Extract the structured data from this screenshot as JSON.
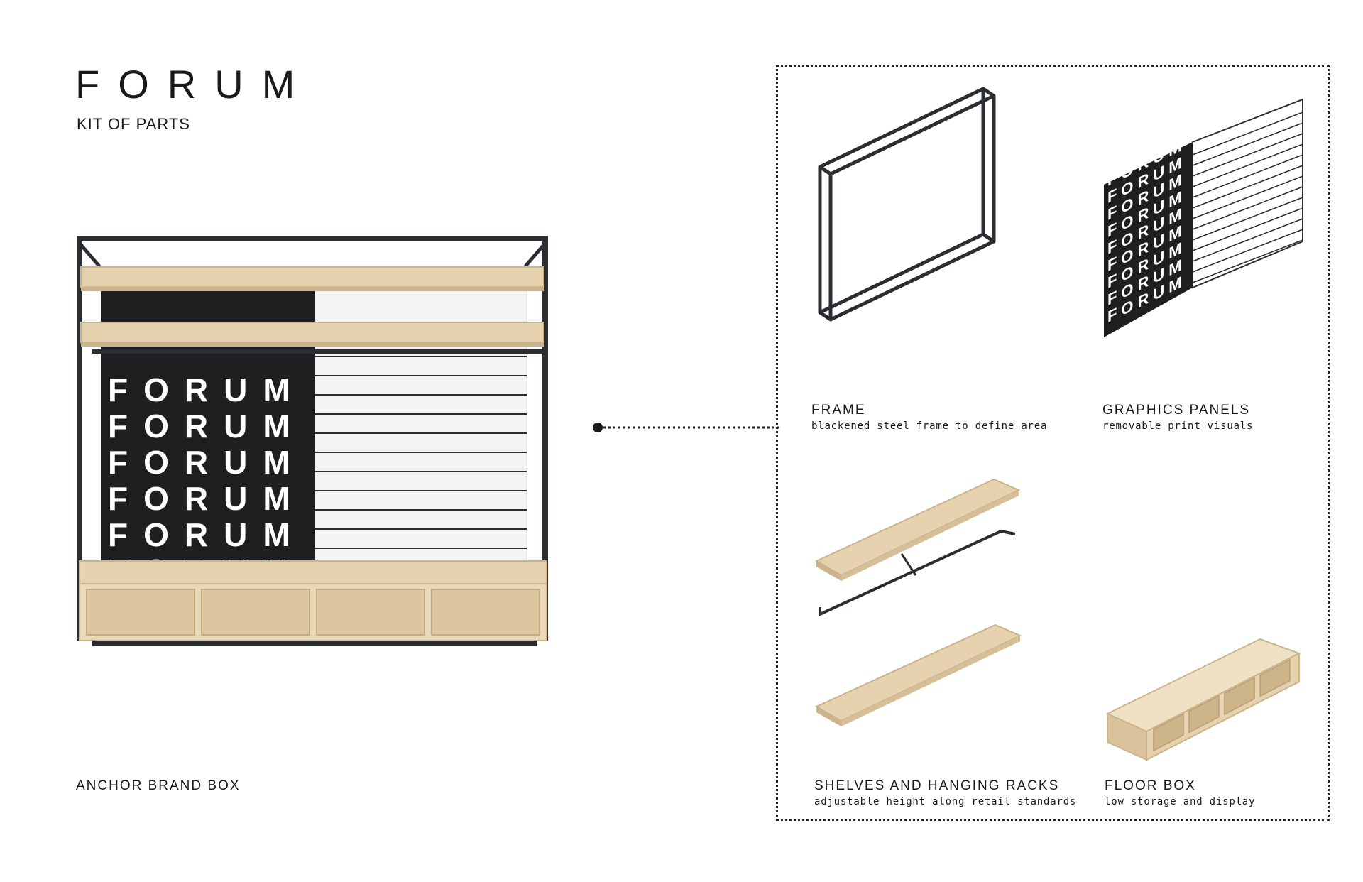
{
  "header": {
    "title": "FORUM",
    "subtitle": "KIT OF PARTS"
  },
  "anchor": {
    "label": "ANCHOR BRAND BOX",
    "panel_word": "FORUM",
    "panel_rows": 6
  },
  "components": [
    {
      "title": "FRAME",
      "description": "blackened steel frame to define area"
    },
    {
      "title": "GRAPHICS PANELS",
      "description": "removable print visuals"
    },
    {
      "title": "SHELVES AND HANGING RACKS",
      "description": "adjustable height along retail standards"
    },
    {
      "title": "FLOOR BOX",
      "description": "low storage and display"
    }
  ],
  "colors": {
    "wood": "#e6d2ae",
    "wood_dark": "#cbb48b",
    "steel": "#2a2d31",
    "panel": "#1e1f21",
    "ink": "#1a1a1a"
  }
}
